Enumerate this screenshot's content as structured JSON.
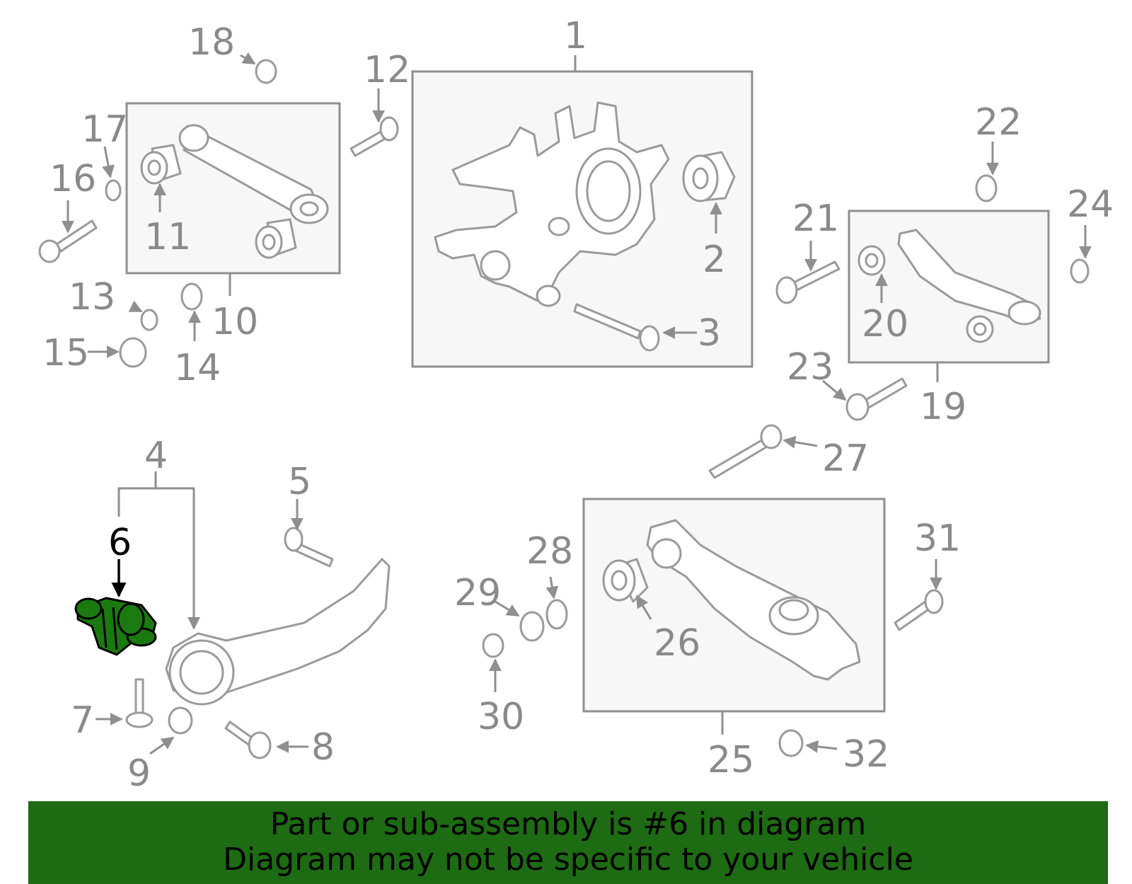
{
  "callouts": [
    "1",
    "2",
    "3",
    "4",
    "5",
    "6",
    "7",
    "8",
    "9",
    "10",
    "11",
    "12",
    "13",
    "14",
    "15",
    "16",
    "17",
    "18",
    "19",
    "20",
    "21",
    "22",
    "23",
    "24",
    "25",
    "26",
    "27",
    "28",
    "29",
    "30",
    "31",
    "32"
  ],
  "highlighted_part": "6",
  "colors": {
    "highlight": "#1a7a10",
    "banner": "#1d6b12",
    "callout": "#8a8a8a",
    "box": "#f7f7f7"
  },
  "banner": {
    "line1": "Part or sub-assembly is #6 in diagram",
    "line2": "Diagram may not be specific to your vehicle"
  }
}
